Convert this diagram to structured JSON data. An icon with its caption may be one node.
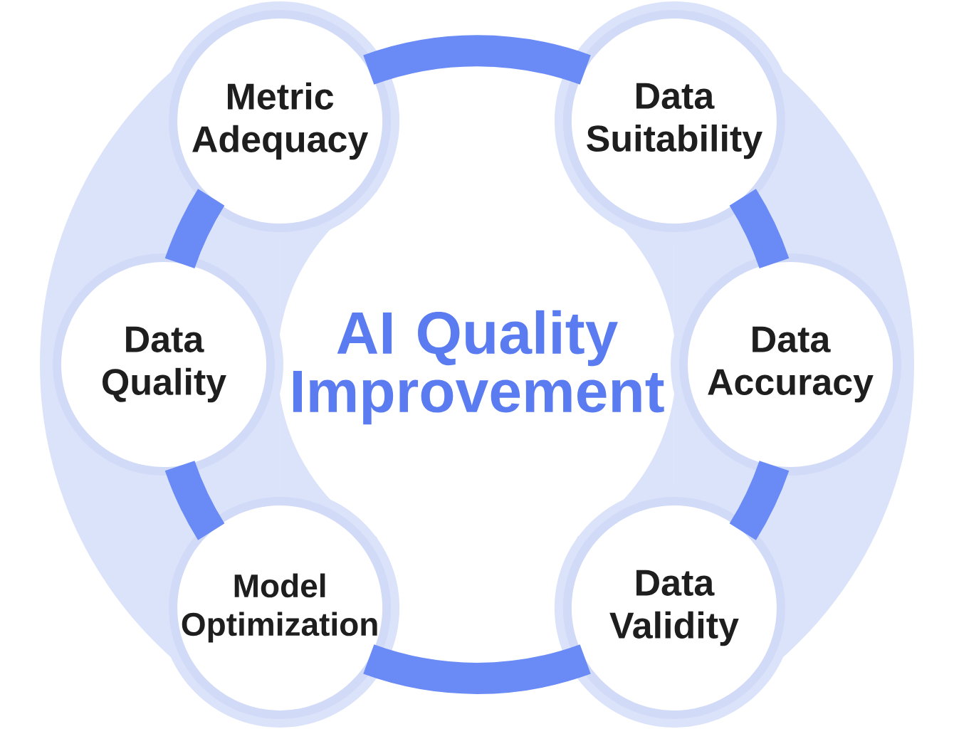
{
  "diagram": {
    "nodes": [
      {
        "text": [
          "Metric Adequacy"
        ]
      },
      {
        "text": [
          "Data Suitability"
        ]
      },
      {
        "text": [
          "Data Quality"
        ]
      },
      {
        "text": [
          "AI Quality Improvement"
        ]
      },
      {
        "text": [
          "Data Accuracy"
        ]
      },
      {
        "text": [
          "Model Optimization"
        ]
      },
      {
        "text": [
          "Data Validity"
        ]
      }
    ],
    "edges": [
      {
        "from": 0,
        "to": 1,
        "arrow": "none"
      },
      {
        "from": 1,
        "to": 4,
        "arrow": "none"
      },
      {
        "from": 4,
        "to": 6,
        "arrow": "none"
      },
      {
        "from": 6,
        "to": 5,
        "arrow": "none"
      },
      {
        "from": 5,
        "to": 2,
        "arrow": "none"
      },
      {
        "from": 2,
        "to": 0,
        "arrow": "none"
      }
    ]
  }
}
